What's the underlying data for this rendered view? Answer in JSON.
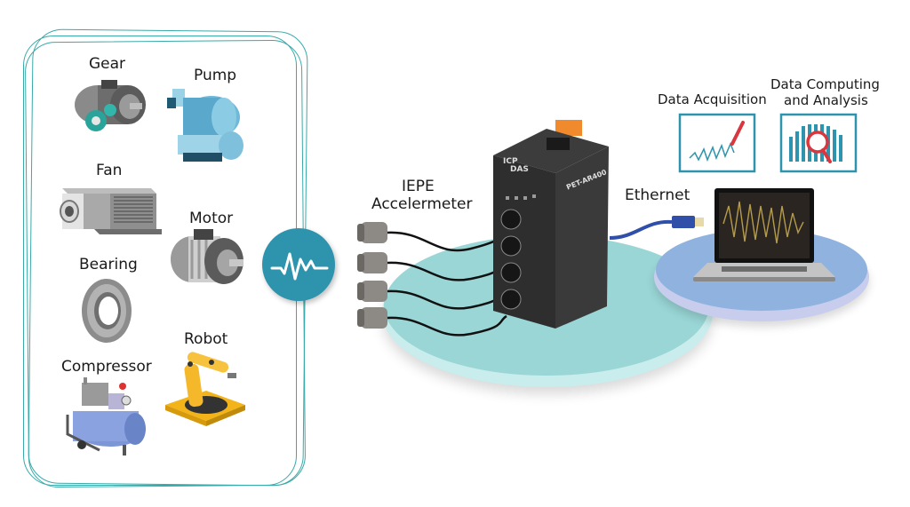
{
  "machines": {
    "items": [
      {
        "label": "Gear",
        "icon": "gear-motor-icon"
      },
      {
        "label": "Pump",
        "icon": "pump-icon"
      },
      {
        "label": "Fan",
        "icon": "fan-unit-icon"
      },
      {
        "label": "Motor",
        "icon": "motor-icon"
      },
      {
        "label": "Bearing",
        "icon": "bearing-icon"
      },
      {
        "label": "Robot",
        "icon": "robot-arm-icon"
      },
      {
        "label": "Compressor",
        "icon": "compressor-icon"
      }
    ]
  },
  "vibration": {
    "icon": "vibration-waveform-icon"
  },
  "sensor": {
    "label_line1": "IEPE",
    "label_line2": "Accelermeter",
    "count": 4
  },
  "device": {
    "brand_line1": "ICP",
    "brand_line2": "DAS",
    "model": "PET-AR400"
  },
  "network": {
    "label": "Ethernet"
  },
  "outputs": {
    "acquisition": {
      "label": "Data Acquisition",
      "icon": "signal-pen-icon"
    },
    "analysis": {
      "label_line1": "Data Computing",
      "label_line2": "and Analysis",
      "icon": "chart-magnifier-icon"
    }
  },
  "colors": {
    "teal": "#3aa9a9",
    "circle": "#2e93ad",
    "platform_teal": "#9ad6d6",
    "platform_blue": "#8fb3de",
    "cable_blue": "#2f4fa8"
  }
}
